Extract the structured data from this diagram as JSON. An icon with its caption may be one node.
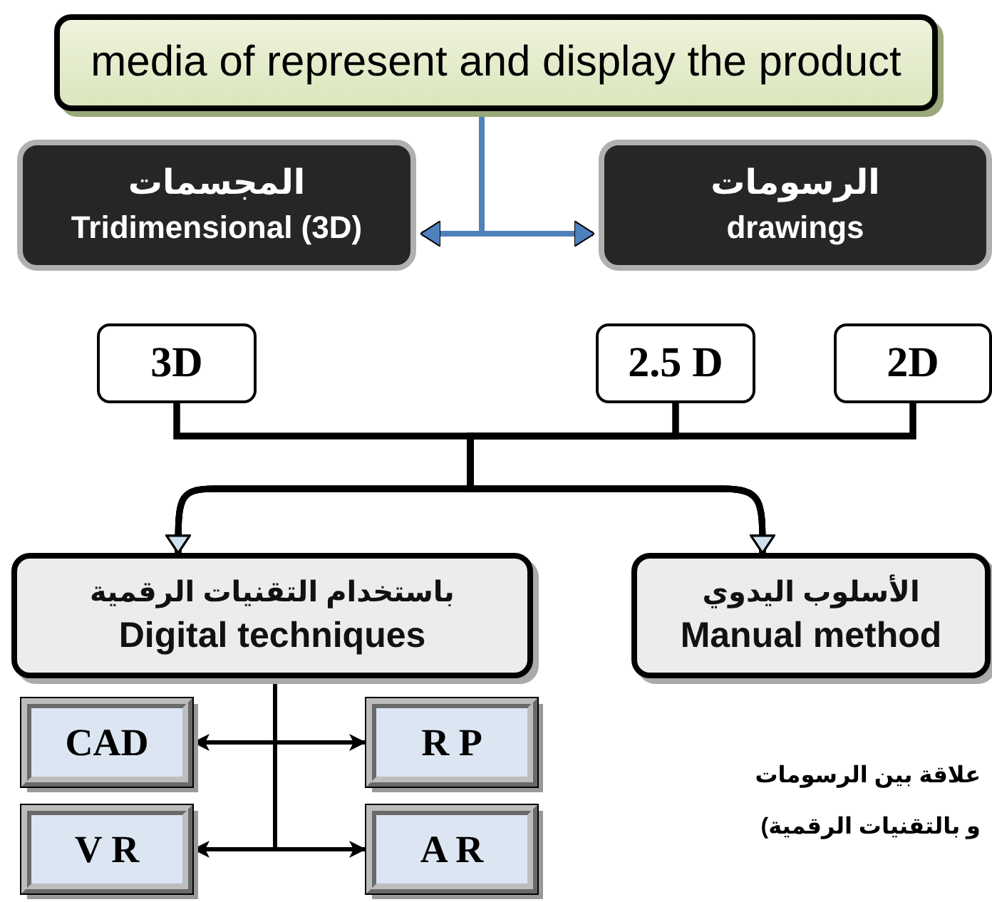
{
  "diagram": {
    "nodes": [
      {
        "text": [
          "media of represent and display the product"
        ]
      },
      {
        "text": [
          "المجسمات",
          "Tridimensional (3D)"
        ]
      },
      {
        "text": [
          "الرسومات",
          "drawings"
        ]
      },
      {
        "text": [
          "3D"
        ]
      },
      {
        "text": [
          "2.5 D"
        ]
      },
      {
        "text": [
          "2D"
        ]
      },
      {
        "text": [
          "باستخدام التقنيات الرقمية",
          "Digital techniques"
        ]
      },
      {
        "text": [
          "الأسلوب اليدوي",
          "Manual method"
        ]
      },
      {
        "text": [
          "CAD"
        ]
      },
      {
        "text": [
          "R P"
        ]
      },
      {
        "text": [
          "V R"
        ]
      },
      {
        "text": [
          "A R"
        ]
      }
    ],
    "edges": [
      {
        "from": 0,
        "to": 1,
        "arrow": "to",
        "color": "#4f81bd"
      },
      {
        "from": 0,
        "to": 2,
        "arrow": "to",
        "color": "#4f81bd"
      },
      {
        "from": 3,
        "to": 6,
        "arrow": "to"
      },
      {
        "from": 3,
        "to": 7,
        "arrow": "to"
      },
      {
        "from": 4,
        "to": 6,
        "arrow": "to"
      },
      {
        "from": 4,
        "to": 7,
        "arrow": "to"
      },
      {
        "from": 5,
        "to": 6,
        "arrow": "to"
      },
      {
        "from": 5,
        "to": 7,
        "arrow": "to"
      },
      {
        "from": 6,
        "to": 8,
        "arrow": "to"
      },
      {
        "from": 6,
        "to": 9,
        "arrow": "to"
      },
      {
        "from": 6,
        "to": 10,
        "arrow": "to"
      },
      {
        "from": 6,
        "to": 11,
        "arrow": "to"
      }
    ],
    "labels": [
      "علاقة بين الرسومات",
      "و بالتقنيات الرقمية)"
    ]
  }
}
